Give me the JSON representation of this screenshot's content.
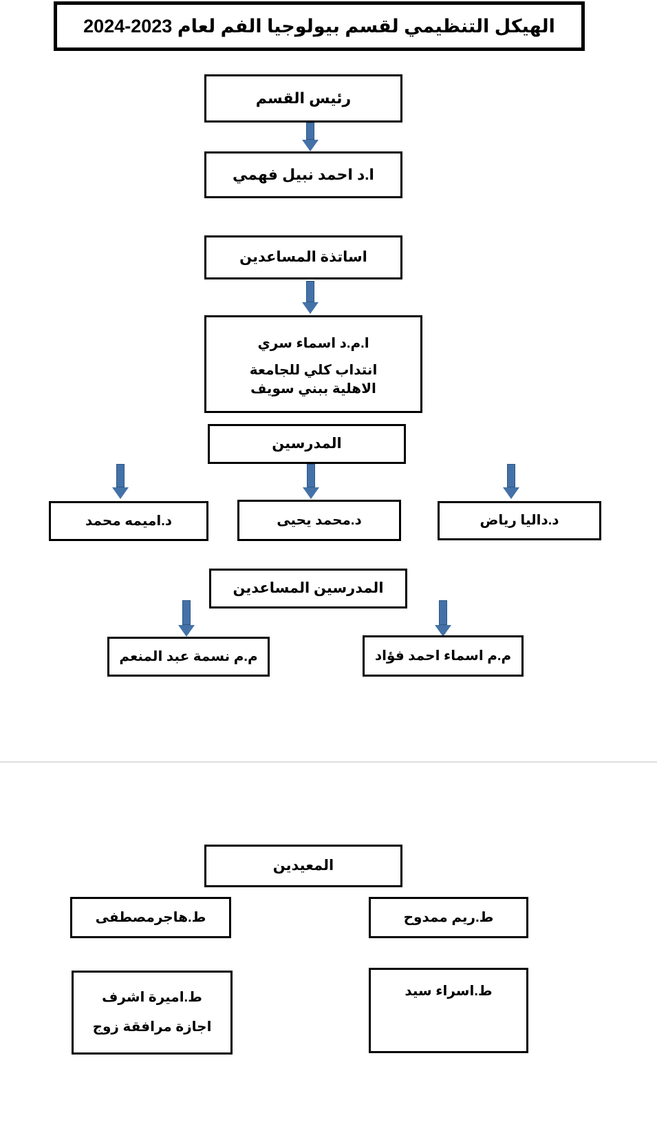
{
  "document": {
    "title": "الهيكل التنظيمي لقسم بيولوجيا الفم لعام 2023-2024",
    "language": "Arabic",
    "direction": "rtl"
  },
  "chart_data": {
    "type": "diagram",
    "diagram_kind": "organizational-chart",
    "title": "الهيكل التنظيمي لقسم بيولوجيا الفم لعام 2023-2024",
    "levels": [
      {
        "id": "head-of-department",
        "label": "رئيس القسم",
        "members": [
          "ا.د احمد نبيل فهمي"
        ]
      },
      {
        "id": "assistant-professors",
        "label": "اساتذة المساعدين",
        "members": [
          "ا.م.د اسماء سري"
        ]
      },
      {
        "id": "lecturers",
        "label": "المدرسين",
        "members": [
          "د.اميمه محمد",
          "د.محمد يحيى",
          "د.داليا رياض"
        ]
      },
      {
        "id": "assistant-lecturers",
        "label": "المدرسين المساعدين",
        "members": [
          "م.م نسمة عبد المنعم",
          "م.م اسماء احمد فؤاد"
        ]
      },
      {
        "id": "demonstrators",
        "label": "المعيدين",
        "members": [
          "ط.هاجرمصطفى",
          "ط.ريم ممدوح",
          "ط.اميرة اشرف",
          "ط.اسراء سيد"
        ]
      }
    ]
  },
  "nodes": {
    "head_label": "رئيس القسم",
    "head_name": "ا.د احمد نبيل فهمي",
    "assistant_professors_label": "اساتذة المساعدين",
    "assistant_professor_name": "ا.م.د اسماء سري",
    "assistant_professor_note_line1": "انتداب كلي للجامعة",
    "assistant_professor_note_line2": "الاهلية ببني سويف",
    "lecturers_label": "المدرسين",
    "lecturer_1": "د.اميمه محمد",
    "lecturer_2": "د.محمد يحيى",
    "lecturer_3": "د.داليا رياض",
    "assistant_lecturers_label": "المدرسين المساعدين",
    "assistant_lecturer_1": "م.م نسمة عبد المنعم",
    "assistant_lecturer_2": "م.م اسماء احمد فؤاد",
    "demonstrators_label": "المعيدين",
    "demonstrator_1": "ط.هاجرمصطفى",
    "demonstrator_2": "ط.ريم ممدوح",
    "demonstrator_3": "ط.اميرة اشرف",
    "demonstrator_3_note": "اجازة مرافقة زوج",
    "demonstrator_4": "ط.اسراء سيد"
  },
  "colors": {
    "arrow_fill": "#4472a8",
    "arrow_stroke": "#2e5584",
    "box_border": "#000000",
    "background": "#ffffff",
    "text": "#000000",
    "separator": "#dedede"
  }
}
